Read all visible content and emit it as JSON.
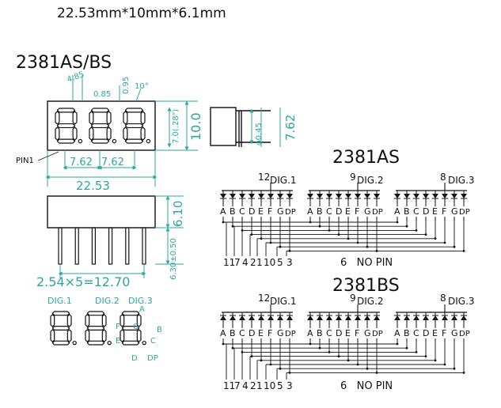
{
  "header": {
    "size_text": "22.53mm*10mm*6.1mm"
  },
  "model_title": "2381AS/BS",
  "front_view": {
    "dims": {
      "d485": "4.85",
      "d085": "0.85",
      "d095": "0.95",
      "d10deg": "10°",
      "w762a": "7.62",
      "w762b": "7.62",
      "total": "22.53",
      "h70": "7.0(.28\")",
      "h100": "10.0"
    },
    "pin1_label": "PIN1"
  },
  "side_view": {
    "dims": {
      "lead_dia": "φ0.45",
      "depth": "7.62"
    }
  },
  "bottom_view": {
    "dims": {
      "height": "6.10",
      "lead": "6.30±0.50",
      "pitch": "2.54×5=12.70"
    }
  },
  "segment_diagram": {
    "digits": [
      "DIG.1",
      "DIG.2",
      "DIG.3"
    ],
    "segment_labels": {
      "A": "A",
      "B": "B",
      "C": "C",
      "D": "D",
      "E": "E",
      "F": "F",
      "G": "G",
      "DP": "DP"
    }
  },
  "schem_as": {
    "title": "2381AS",
    "digits": [
      {
        "num": "12",
        "label": "DIG.1"
      },
      {
        "num": "9",
        "label": "DIG.2"
      },
      {
        "num": "8",
        "label": "DIG.3"
      }
    ],
    "segments": [
      "A",
      "B",
      "C",
      "D",
      "E",
      "F",
      "G",
      "DP"
    ],
    "pins": [
      "11",
      "7",
      "4",
      "2",
      "1",
      "10",
      "5",
      "3"
    ],
    "nopin": "6   NO PIN"
  },
  "schem_bs": {
    "title": "2381BS",
    "digits": [
      {
        "num": "12",
        "label": "DIG.1"
      },
      {
        "num": "9",
        "label": "DIG.2"
      },
      {
        "num": "8",
        "label": "DIG.3"
      }
    ],
    "segments": [
      "A",
      "B",
      "C",
      "D",
      "E",
      "F",
      "G",
      "DP"
    ],
    "pins": [
      "11",
      "7",
      "4",
      "2",
      "1",
      "10",
      "5",
      "3"
    ],
    "nopin": "6   NO PIN"
  },
  "colors": {
    "dimension": "#2aa7a0",
    "ink": "#111111",
    "background": "#ffffff"
  }
}
